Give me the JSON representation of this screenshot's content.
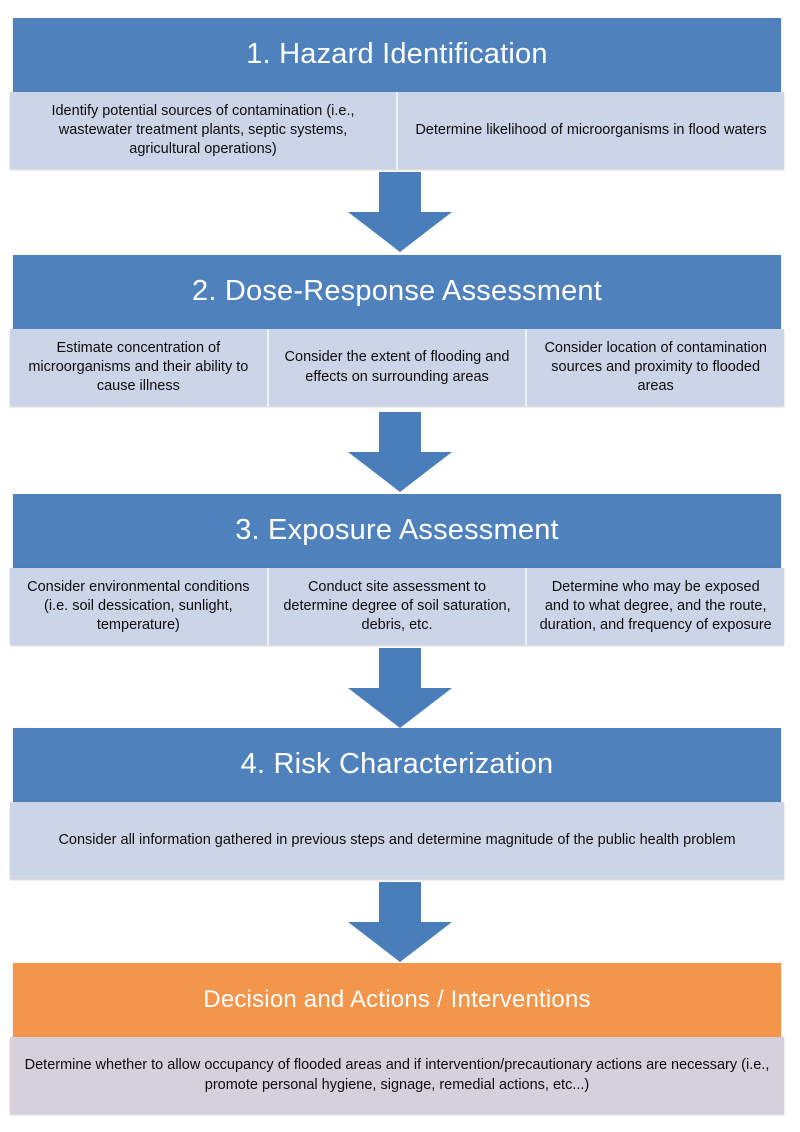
{
  "theme": {
    "header_blue": "#4f81bd",
    "header_orange": "#f3954b",
    "body_blue": "#ccd4e8",
    "body_lavender": "#d5d0da",
    "divider": "#eef1f8",
    "header_text": "#ffffff",
    "body_text": "#0d0d0d"
  },
  "stages": [
    {
      "title": "1. Hazard Identification",
      "cells": [
        "Identify potential sources of contamination (i.e., wastewater treatment plants, septic systems, agricultural operations)",
        "Determine likelihood of microorganisms in flood waters"
      ]
    },
    {
      "title": "2. Dose-Response Assessment",
      "cells": [
        "Estimate concentration of microorganisms and their ability to cause illness",
        "Consider the extent of flooding and effects on surrounding areas",
        "Consider location of contamination sources  and proximity to flooded areas"
      ]
    },
    {
      "title": "3. Exposure Assessment",
      "cells": [
        "Consider environmental conditions (i.e. soil dessication, sunlight, temperature)",
        "Conduct site assessment to determine degree of soil saturation, debris, etc.",
        "Determine  who may be exposed and to what degree, and the route, duration, and frequency of exposure"
      ]
    },
    {
      "title": "4. Risk Characterization",
      "cells": [
        "Consider all information gathered in previous steps and determine magnitude of the public health problem"
      ]
    },
    {
      "title": "Decision and Actions / Interventions",
      "cells": [
        "Determine whether to allow occupancy of flooded areas and if intervention/precautionary actions are necessary (i.e., promote personal hygiene, signage, remedial actions, etc...)"
      ]
    }
  ],
  "connectors": [
    {
      "name": "arrow-1-to-2"
    },
    {
      "name": "arrow-2-to-3"
    },
    {
      "name": "arrow-3-to-4"
    },
    {
      "name": "arrow-4-to-5"
    }
  ]
}
